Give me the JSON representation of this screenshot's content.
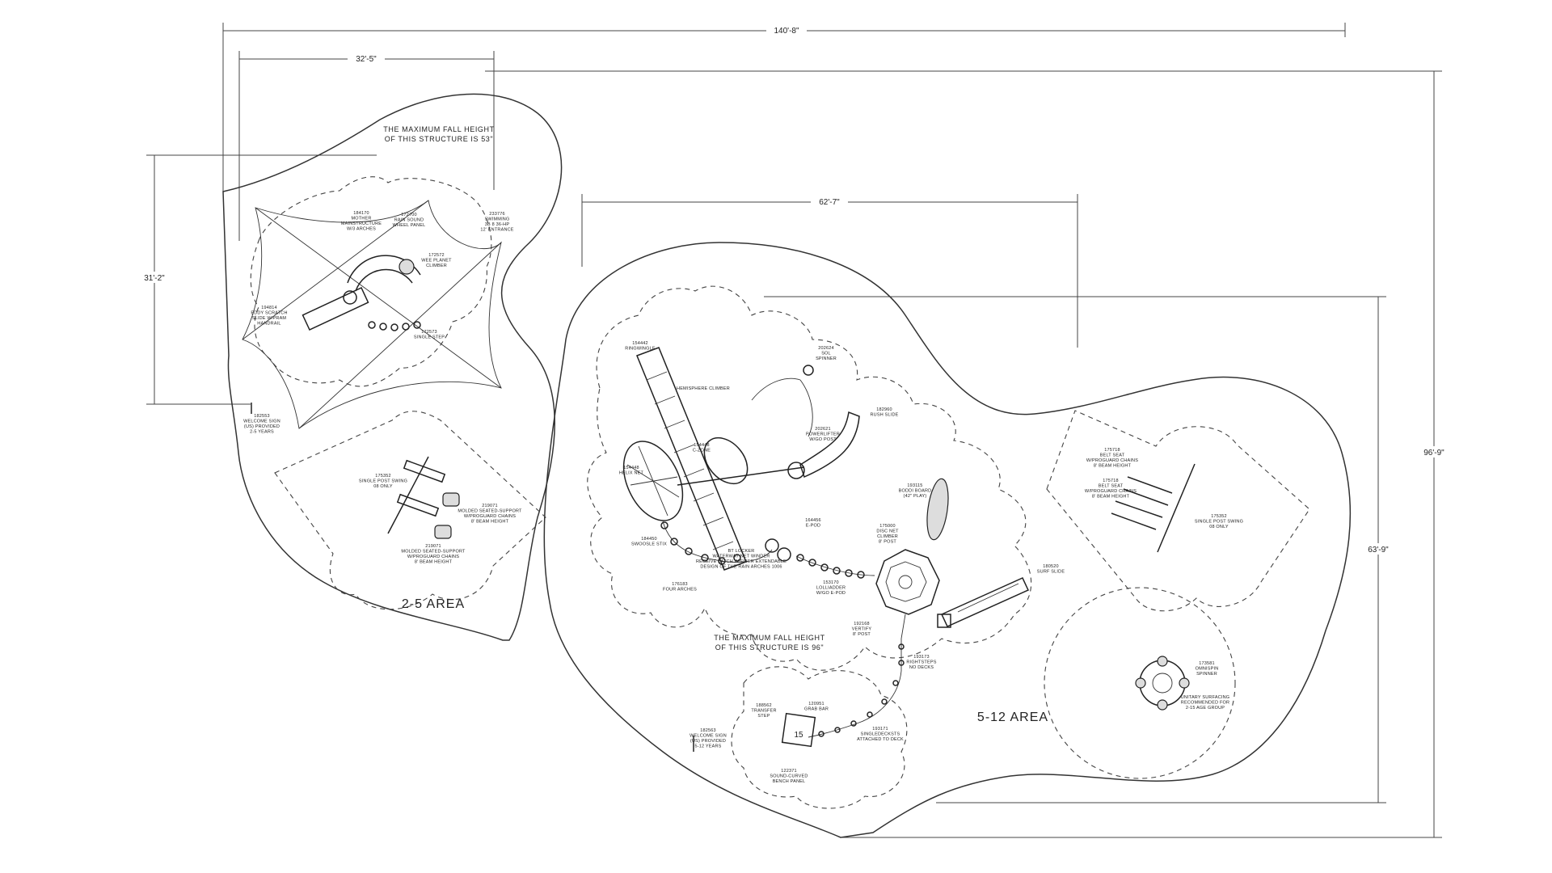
{
  "dimensions": {
    "overall_width": "140'-8\"",
    "left_width": "32'-5\"",
    "left_height": "31'-2\"",
    "mid_width": "62'-7\"",
    "overall_height": "96'-9\"",
    "right_height": "63'-9\""
  },
  "notes": {
    "fall_height_small_1": "THE MAXIMUM FALL HEIGHT",
    "fall_height_small_2": "OF THIS STRUCTURE IS 53\"",
    "fall_height_large_1": "THE MAXIMUM FALL HEIGHT",
    "fall_height_large_2": "OF THIS STRUCTURE IS 96\""
  },
  "areas": {
    "small": "2-5 AREA",
    "large": "5-12 AREA"
  },
  "labels": {
    "l1": [
      "184170",
      "MOTHER",
      "MAINSTRUCTURE",
      "W/3 ARCHES"
    ],
    "l2": [
      "172700",
      "RAIN SOUND",
      "WHEEL PANEL"
    ],
    "l3": [
      "233776",
      "SWIMMING",
      "3B 8 36-HP",
      "12' ENTRANCE"
    ],
    "l4": [
      "172572",
      "WEE PLANET",
      "CLIMBER"
    ],
    "l5": [
      "194814",
      "EDDY SCRATCH",
      "SLIDE W/PRAM",
      "HANDRAIL"
    ],
    "l6": [
      "172573",
      "SINGLE STEP"
    ],
    "l7": [
      "182553",
      "WELCOME SIGN",
      "(US) PROVIDED",
      "2-5 YEARS"
    ],
    "l8": [
      "175352",
      "SINGLE POST SWING",
      "08 ONLY"
    ],
    "l9": [
      "219071",
      "MOLDED SEATED-SUPPORT",
      "W/PROGUARD CHAINS",
      "8' BEAM HEIGHT"
    ],
    "l10": [
      "219071",
      "MOLDED SEATED-SUPPORT",
      "W/PROGUARD CHAINS",
      "8' BEAM HEIGHT"
    ],
    "l11": [
      "154442",
      "RINGWINGLE"
    ],
    "l12": [
      "HEMISPHERE CLIMBER"
    ],
    "l13": [
      "202624",
      "SOL",
      "SPINNER"
    ],
    "l14": [
      "154448",
      "C-ZONE"
    ],
    "l15": [
      "154448",
      "HELIX NET"
    ],
    "l16": [
      "182960",
      "RUSH SLIDE"
    ],
    "l17": [
      "202621",
      "POWERLIFTER",
      "W/GO POST"
    ],
    "l18": [
      "193115",
      "BODDI BOARD",
      "(42\" PLAY)"
    ],
    "l19": [
      "184450",
      "SWOOSLE STIX"
    ],
    "l20": [
      "175000",
      "DISC NET",
      "CLIMBER",
      "8' POST"
    ],
    "l21": [
      "BT LOCKER",
      "WATERWAY NET WINDER",
      "RECEIVE LATCH W/FIBER EXTENDABLE",
      "DESIGN OF THE RAIN ARCHES 1006"
    ],
    "l22": [
      "164456",
      "E-POD"
    ],
    "l23": [
      "176183",
      "FOUR ARCHES"
    ],
    "l24": [
      "153170",
      "LOLLIADDER",
      "W/GO E-POD"
    ],
    "l25": [
      "180520",
      "SURF SLIDE"
    ],
    "l26": [
      "192168",
      "VERTIFY",
      "8' POST"
    ],
    "l27": [
      "193173",
      "RIGHTSTEPS",
      "NO DECKS"
    ],
    "l28": [
      "188562",
      "TRANSFER",
      "STEP"
    ],
    "l29": [
      "120951",
      "GRAB BAR"
    ],
    "l30": [
      "182563",
      "WELCOME SIGN",
      "(US) PROVIDED",
      "5-12 YEARS"
    ],
    "l31": [
      "193171",
      "SINGLEDECKSTS",
      "ATTACHED TO DECK"
    ],
    "l32": [
      "122371",
      "SOUND-CURVED",
      "BENCH PANEL"
    ],
    "l33": [
      "175718",
      "BELT SEAT",
      "W/PROGUARD CHAINS",
      "8' BEAM HEIGHT"
    ],
    "l34": [
      "175718",
      "BELT SEAT",
      "W/PROGUARD CHAINS",
      "8' BEAM HEIGHT"
    ],
    "l35": [
      "175352",
      "SINGLE POST SWING",
      "08 ONLY"
    ],
    "l36": [
      "173581",
      "OMNISPIN",
      "SPINNER"
    ],
    "l37": [
      "UNITARY SURFACING",
      "RECOMMENDED FOR",
      "2-15 AGE GROUP"
    ]
  },
  "step_number": "15"
}
